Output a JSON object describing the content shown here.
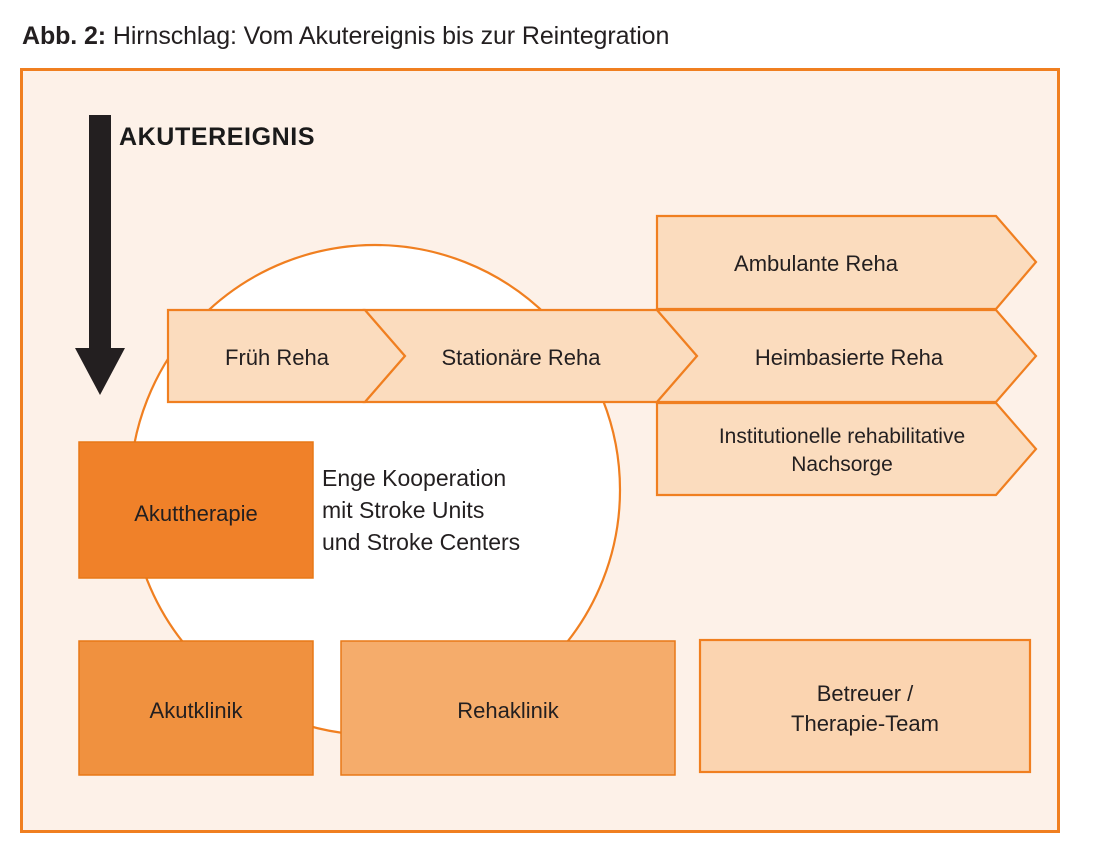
{
  "caption": {
    "lead": "Abb. 2:",
    "text": "Hirnschlag: Vom Akutereignis bis zur Reintegration"
  },
  "diagram": {
    "acute_event_label": "AKUTEREIGNIS",
    "cooperation_note": {
      "line1": "Enge Kooperation",
      "line2": "mit Stroke Units",
      "line3": "und Stroke Centers"
    },
    "pathway_chevrons": [
      {
        "label": "Früh Reha"
      },
      {
        "label": "Stationäre Reha"
      },
      {
        "label": "Heimbasierte Reha"
      }
    ],
    "upper_chevron": {
      "label": "Ambulante Reha"
    },
    "lower_chevron": {
      "line1": "Institutionelle rehabilitative",
      "line2": "Nachsorge"
    },
    "boxes": [
      {
        "label": "Akuttherapie"
      },
      {
        "label": "Akutklinik"
      },
      {
        "label": "Rehaklinik"
      }
    ],
    "team_box": {
      "line1": "Betreuer /",
      "line2": "Therapie-Team"
    }
  },
  "colors": {
    "frame_border": "#F07F20",
    "panel_background": "#FDF1E8",
    "chevron_fill": "#FBDCBE",
    "chevron_stroke": "#F07F20",
    "box_strong_fill": "#F08129",
    "box_mid_fill": "#F0913F",
    "box_light_fill": "#F5AC6B",
    "box_pale_fill": "#FBD4B0",
    "circle_fill": "#FFFFFF",
    "arrow_fill": "#231F20",
    "text_color": "#231F20"
  }
}
